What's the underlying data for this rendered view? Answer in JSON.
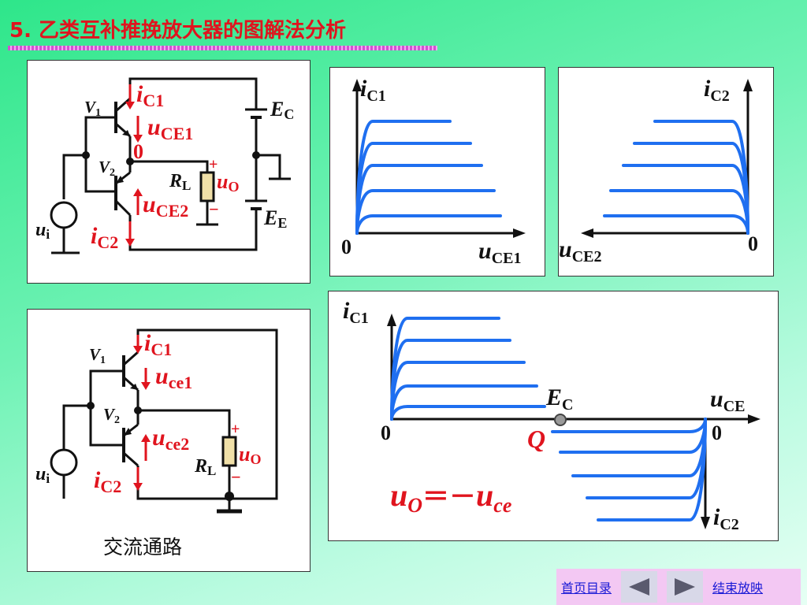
{
  "header": {
    "title": "5. 乙类互补推挽放大器的图解法分析"
  },
  "colors": {
    "title": "#e0141e",
    "curve": "#1f6ff0",
    "annotation": "#e0141e",
    "wire": "#111111",
    "rule": "#d052d0"
  },
  "dc_circuit": {
    "v1_main": "V",
    "v1_sub": "1",
    "v2_main": "V",
    "v2_sub": "2",
    "ic1_main": "i",
    "ic1_sub": "C1",
    "ic2_main": "i",
    "ic2_sub": "C2",
    "uce1_main": "u",
    "uce1_sub": "CE1",
    "uce2_main": "u",
    "uce2_sub": "CE2",
    "ec_main": "E",
    "ec_sub": "C",
    "ee_main": "E",
    "ee_sub": "E",
    "rl_main": "R",
    "rl_sub": "L",
    "uo_main": "u",
    "uo_sub": "O",
    "ui_main": "u",
    "ui_sub": "i",
    "plus": "+",
    "minus": "−",
    "zero": "0"
  },
  "ac_circuit": {
    "v1_main": "V",
    "v1_sub": "1",
    "v2_main": "V",
    "v2_sub": "2",
    "ic1_main": "i",
    "ic1_sub": "C1",
    "ic2_main": "i",
    "ic2_sub": "C2",
    "uce1_main": "u",
    "uce1_sub": "ce1",
    "uce2_main": "u",
    "uce2_sub": "ce2",
    "rl_main": "R",
    "rl_sub": "L",
    "uo_main": "u",
    "uo_sub": "O",
    "ui_main": "u",
    "ui_sub": "i",
    "plus": "+",
    "minus": "−",
    "caption": "交流通路"
  },
  "chart_v1": {
    "y_main": "i",
    "y_sub": "C1",
    "x_main": "u",
    "x_sub": "CE1",
    "origin": "0"
  },
  "chart_v2": {
    "y_main": "i",
    "y_sub": "C2",
    "x_main": "u",
    "x_sub": "CE2",
    "origin": "0"
  },
  "chart_combined": {
    "y1_main": "i",
    "y1_sub": "C1",
    "y2_main": "i",
    "y2_sub": "C2",
    "x_main": "u",
    "x_sub": "CE",
    "ec_main": "E",
    "ec_sub": "C",
    "q_label": "Q",
    "origin_left": "0",
    "origin_right": "0",
    "eq_lhs_main": "u",
    "eq_lhs_sub": "O",
    "eq_op": "＝－",
    "eq_rhs_main": "u",
    "eq_rhs_sub": "ce"
  },
  "nav": {
    "home": "首页目录",
    "end": "结束放映"
  }
}
